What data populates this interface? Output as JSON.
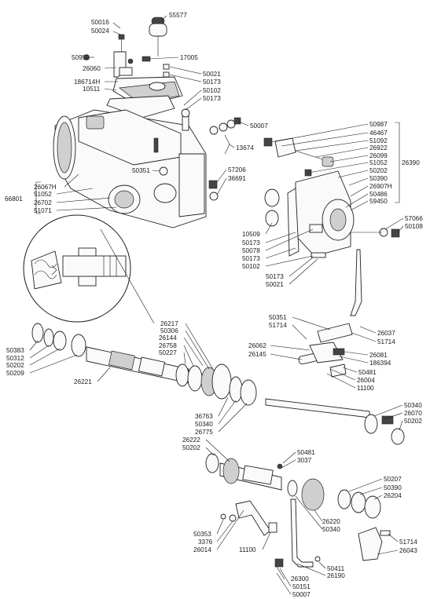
{
  "labels": {
    "l55577": "55577",
    "l50016": "50016",
    "l50024": "50024",
    "l50952": "50952",
    "l17005": "17005",
    "l26060": "26060",
    "l50021a": "50021",
    "l50173a": "50173",
    "l186714H": "186714H",
    "l10511": "10511",
    "l50102a": "50102",
    "l50173b": "50173",
    "l50007a": "50007",
    "l13674": "13674",
    "l50351a": "50351",
    "l57206": "57206",
    "l36691": "36691",
    "l66801": "66801",
    "l26067H": "26067H",
    "l51052a": "51052",
    "l26702": "26702",
    "l51071": "51071",
    "l50987": "50987",
    "l46467": "46467",
    "l51092": "51092",
    "l26922": "26922",
    "l26099": "26099",
    "l51052b": "51052",
    "l50202a": "50202",
    "l50390a": "50390",
    "l26907H": "26907H",
    "l50486": "50486",
    "l59450": "59450",
    "l26390": "26390",
    "l57066": "57066",
    "l50108": "50108",
    "l10509": "10509",
    "l50173c": "50173",
    "l50078": "50078",
    "l50173d": "50173",
    "l50102b": "50102",
    "l50173e": "50173",
    "l50021b": "50021",
    "l50351b": "50351",
    "l51714a": "51714",
    "l26037": "26037",
    "l51714b": "51714",
    "l26062": "26062",
    "l26145": "26145",
    "l26081": "26081",
    "l186394": "186394",
    "l50481a": "50481",
    "l26004": "26004",
    "l11100a": "11100",
    "l26217": "26217",
    "l50306": "50306",
    "l26144": "26144",
    "l26758": "26758",
    "l50227": "50227",
    "l50383": "50383",
    "l50312": "50312",
    "l50202b": "50202",
    "l50209": "50209",
    "l26221": "26221",
    "l36763": "36763",
    "l50340a": "50340",
    "l26775": "26775",
    "l50340b": "50340",
    "l26070": "26070",
    "l50202c": "50202",
    "l26222": "26222",
    "l50202d": "50202",
    "l50481b": "50481",
    "l3037": "3037",
    "l50207": "50207",
    "l50390b": "50390",
    "l26204": "26204",
    "l26220": "26220",
    "l50340c": "50340",
    "l50353": "50353",
    "l3376": "3376",
    "l26014": "26014",
    "l11100b": "11100",
    "l51714c": "51714",
    "l26043": "26043",
    "l50411": "50411",
    "l26190": "26190",
    "l26300": "26300",
    "l50151": "50151",
    "l50007b": "50007"
  }
}
